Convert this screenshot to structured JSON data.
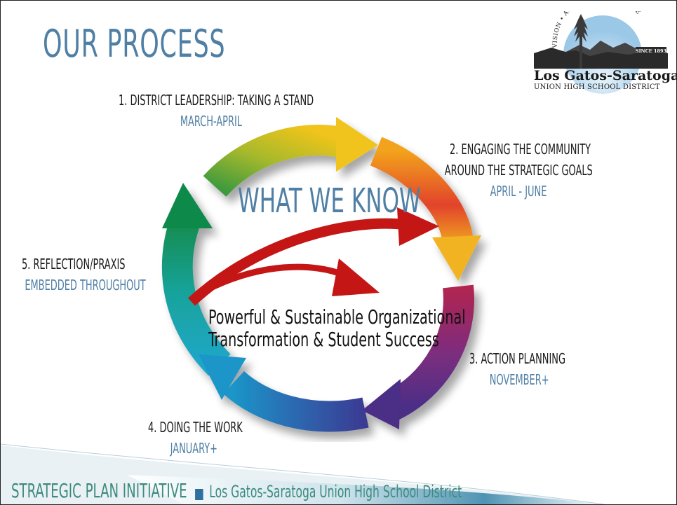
{
  "slide": {
    "title": "OUR PROCESS",
    "center_heading": "WHAT WE KNOW",
    "center_text": [
      "Powerful & Sustainable Organizational",
      "Transformation & Student Success"
    ]
  },
  "steps": [
    {
      "label": "1. DISTRICT LEADERSHIP: TAKING A STAND",
      "when": "MARCH-APRIL"
    },
    {
      "label": [
        "2. ENGAGING THE COMMUNITY",
        "AROUND THE STRATEGIC GOALS"
      ],
      "when": "APRIL - JUNE"
    },
    {
      "label": "3. ACTION PLANNING",
      "when": "NOVEMBER+"
    },
    {
      "label": "4. DOING THE WORK",
      "when": "JANUARY+"
    },
    {
      "label": "5. REFLECTION/PRAXIS",
      "when": "EMBEDDED THROUGHOUT"
    }
  ],
  "logo": {
    "arc_text": "VISION • ACHIEVEMENT • PRIDE",
    "badge": "SINCE 1893",
    "name": "Los Gatos-Saratoga",
    "subtitle": "UNION HIGH SCHOOL DISTRICT"
  },
  "footer": {
    "initiative": "STRATEGIC PLAN INITIATIVE",
    "district": "Los Gatos-Saratoga Union High School District"
  },
  "colors": {
    "accent_blue": "#4f7fa4",
    "footer_teal": "#3d8a7e",
    "arrow_red": "#c51616"
  }
}
